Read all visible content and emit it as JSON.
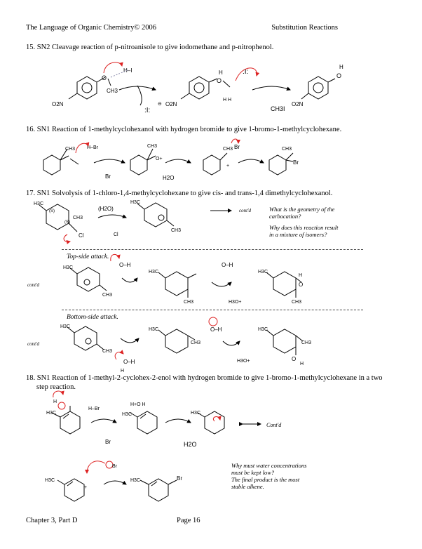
{
  "header": {
    "left": "The Language of Organic Chemistry© 2006",
    "right": "Substitution Reactions"
  },
  "questions": {
    "q15": "15.  SN2 Cleavage reaction of p-nitroanisole to give iodomethane and p-nitrophenol.",
    "q16": "16.  SN1 Reaction of 1-methylcyclohexanol with hydrogen bromide to give 1-bromo-1-methylcyclohexane.",
    "q17": "17.  SN1 Solvolysis of 1-chloro-1,4-methylcyclohexane to give cis- and trans-1,4 dimethylcyclohexanol.",
    "q18a": "18.  SN1 Reaction of 1-methyl-2-cyclohex-2-enol with hydrogen bromide to give 1-bromo-1-methylcyclohexane in a two",
    "q18b": "step reaction."
  },
  "notes": {
    "q17a": "What is the geometry of the",
    "q17b": "carbocation?",
    "q17c": "Why does this reaction result",
    "q17d": "in a mixture of isomers?",
    "q18a": "Why must water concentrations",
    "q18b": "must be kept low?",
    "q18c": "The final product is the most",
    "q18d": "stable alkene."
  },
  "labels": {
    "topside": "Top-side attack.",
    "bottomside": "Bottom-side attack.",
    "contd": "cont'd",
    "contd_cap": "Cont'd"
  },
  "chem": {
    "o2n": "O2N",
    "h": "H",
    "o": "O",
    "i": "I",
    "ch3": "CH3",
    "h3c": "H3C",
    "ch3i": "CH3I",
    "br": "Br",
    "cl": "Cl",
    "h2o": "H2O",
    "h2o_paren": "(H2O)",
    "s": "(S)",
    "plus": "+"
  },
  "footer": {
    "left": "Chapter 3, Part D",
    "center": "Page 16"
  }
}
